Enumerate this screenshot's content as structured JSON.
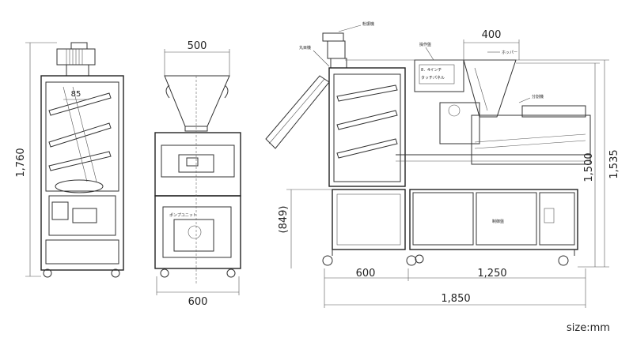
{
  "dimensions": {
    "front_height": "1,760",
    "front_inner": "85",
    "side_top_width": "500",
    "side_bottom_width": "600",
    "main_hopper_width": "400",
    "main_lower_height": "(849)",
    "main_height_a": "1,500",
    "main_height_b": "1,535",
    "main_left_width": "600",
    "main_right_width": "1,250",
    "main_total_width": "1,850"
  },
  "labels": {
    "side_pump_unit": "ポンプユニット",
    "main_label_top": "粉振機",
    "main_label_left": "丸目機",
    "main_label_panel": "操作盤",
    "main_panel_text_1": "8．4インチ",
    "main_panel_text_2": "タッチパネル",
    "main_label_hopper": "ホッパー",
    "main_label_divider": "分割機",
    "main_label_control": "制御盤"
  },
  "unit": "size:mm"
}
